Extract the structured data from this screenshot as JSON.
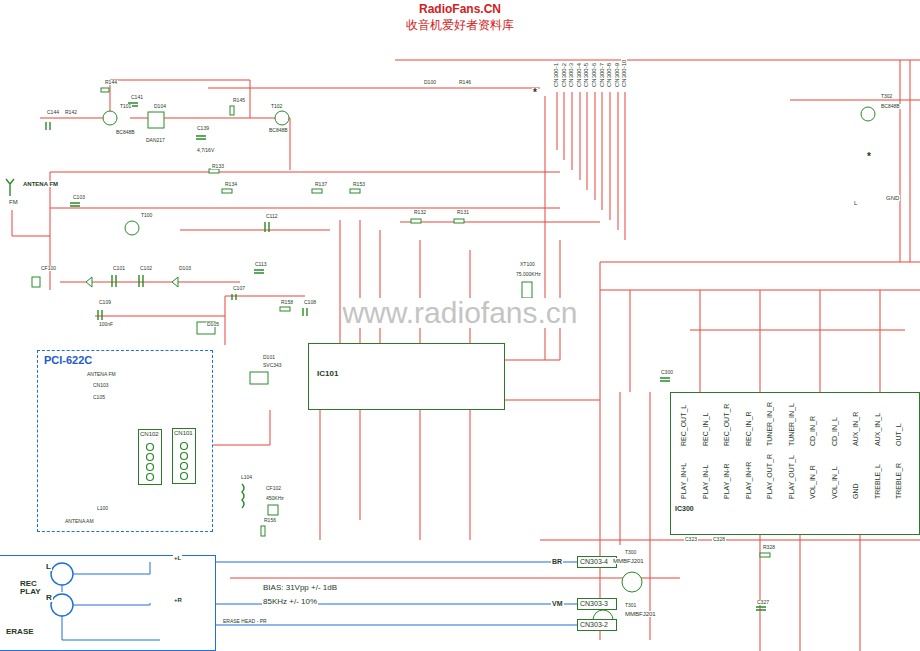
{
  "diagram": {
    "nodes": [
      {
        "text": [
          "PCI-622C"
        ]
      },
      {
        "text": [
          "CN102"
        ],
        "in": 0
      },
      {
        "text": [
          "CN101"
        ]
      },
      {
        "text": [
          "IC101"
        ]
      },
      {
        "text": [
          "IC300"
        ]
      },
      {
        "text": [
          "CN303-4"
        ]
      },
      {
        "text": [
          "CN303-3"
        ]
      },
      {
        "text": [
          "CN303-2"
        ]
      },
      {
        "text": [
          "REC PLAY",
          "ERASE"
        ]
      }
    ],
    "edges": [
      {
        "from": 1,
        "to": 2,
        "arrow": "none"
      },
      {
        "from": 8,
        "to": 5,
        "label": "BR",
        "arrow": "none"
      },
      {
        "from": 8,
        "to": 6,
        "label": "VM",
        "arrow": "none"
      },
      {
        "from": 8,
        "to": 7,
        "arrow": "none"
      }
    ],
    "labels": [
      "RadioFans.CN",
      "收音机爱好者资料库",
      "www.radiofans.cn",
      "ANTENA FM",
      "FM",
      "R144",
      "C144",
      "R142",
      "T101",
      "BC848B",
      "C141",
      "D104",
      "DAN217",
      "C139",
      "4,7/16V",
      "R145",
      "T102",
      "BC848B",
      "D100",
      "R146",
      "R133",
      "R134",
      "R137",
      "R153",
      "C103",
      "T100",
      "C112",
      "C113",
      "CF100",
      "C101",
      "C102",
      "D103",
      "C109",
      "100nF",
      "C107",
      "R158",
      "C108",
      "D105",
      "D101",
      "SVC343",
      "R132",
      "R131",
      "XT100",
      "75.000KHz",
      "CN103",
      "ANTENA FM",
      "C105",
      "L100",
      "ANTENA AM",
      "L104",
      "CF102",
      "450KHz",
      "R156",
      "BIAS: 31Vpp +/- 1dB",
      "85KHz +/- 10%",
      "T300",
      "MMBFJ201",
      "T301",
      "MMBFJ201",
      "T302",
      "BC848B",
      "+L",
      "+R",
      "ERASE HEAD - PR",
      "L",
      "R",
      "*",
      "*",
      "L",
      "GND",
      "CN300-1",
      "CN300-2",
      "CN300-3",
      "CN300-4",
      "CN300-5",
      "CN300-6",
      "CN300-7",
      "CN300-8",
      "CN300-9",
      "CN300-10",
      "C300",
      "C323",
      "C328",
      "R328",
      "C327",
      "REC_OUT_L",
      "REC_IN_L",
      "REC_OUT_R",
      "REC_IN_R",
      "TUNER_IN_R",
      "TUNER_IN_L",
      "CD_IN_R",
      "CD_IN_L",
      "AUX_IN_R",
      "AUX_IN_L",
      "OUT_L",
      "PLAY_IN+L",
      "PLAY_IN-L",
      "PLAY_IN-R",
      "PLAY_IN+R",
      "PLAY_OUT_R",
      "PLAY_OUT_L",
      "VOL_IN_R",
      "VOL_IN_L",
      "GND",
      "TREBLE_L",
      "TREBLE_R"
    ]
  }
}
